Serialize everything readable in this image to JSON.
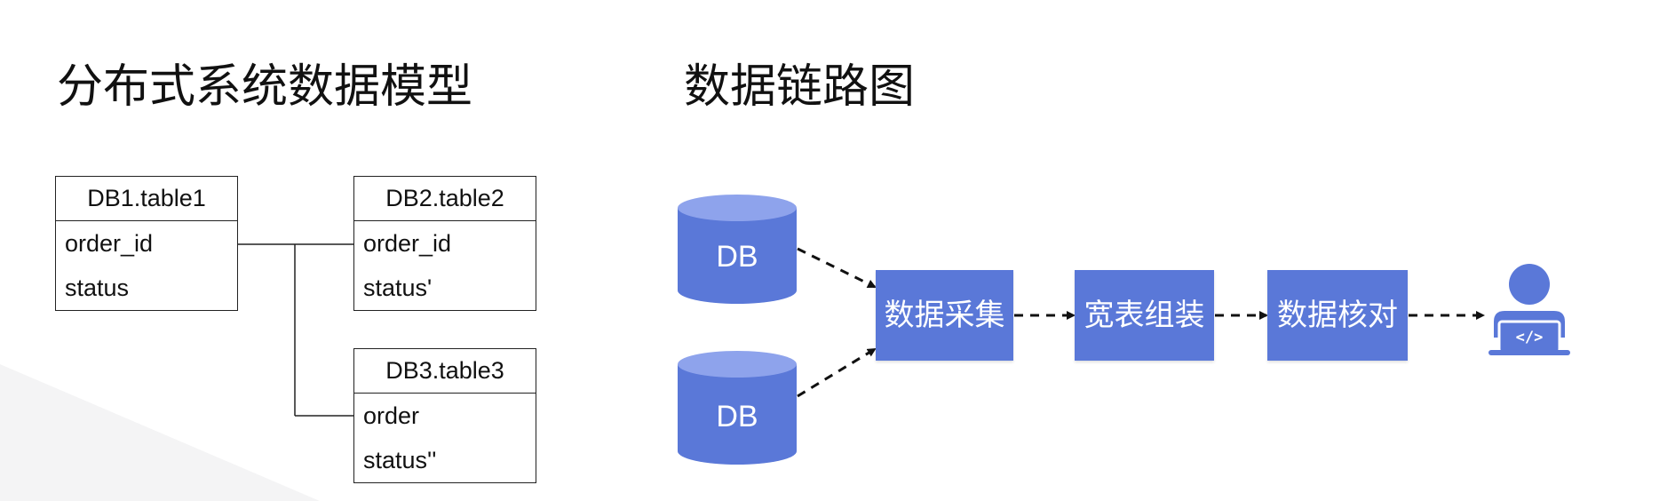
{
  "titles": {
    "left": "分布式系统数据模型",
    "right": "数据链路图"
  },
  "tables": [
    {
      "header": "DB1.table1",
      "rows": [
        "order_id",
        "status"
      ]
    },
    {
      "header": "DB2.table2",
      "rows": [
        "order_id",
        "status'"
      ]
    },
    {
      "header": "DB3.table3",
      "rows": [
        "order",
        "status''"
      ]
    }
  ],
  "databases": [
    {
      "label": "DB"
    },
    {
      "label": "DB"
    }
  ],
  "steps": [
    "数据采集",
    "宽表组装",
    "数据核对"
  ],
  "end_icon": {
    "name": "developer-laptop-icon",
    "glyph": "</>"
  },
  "colors": {
    "accent": "#5a78d8",
    "db_top": "#8ea3ec",
    "line": "#111111"
  }
}
